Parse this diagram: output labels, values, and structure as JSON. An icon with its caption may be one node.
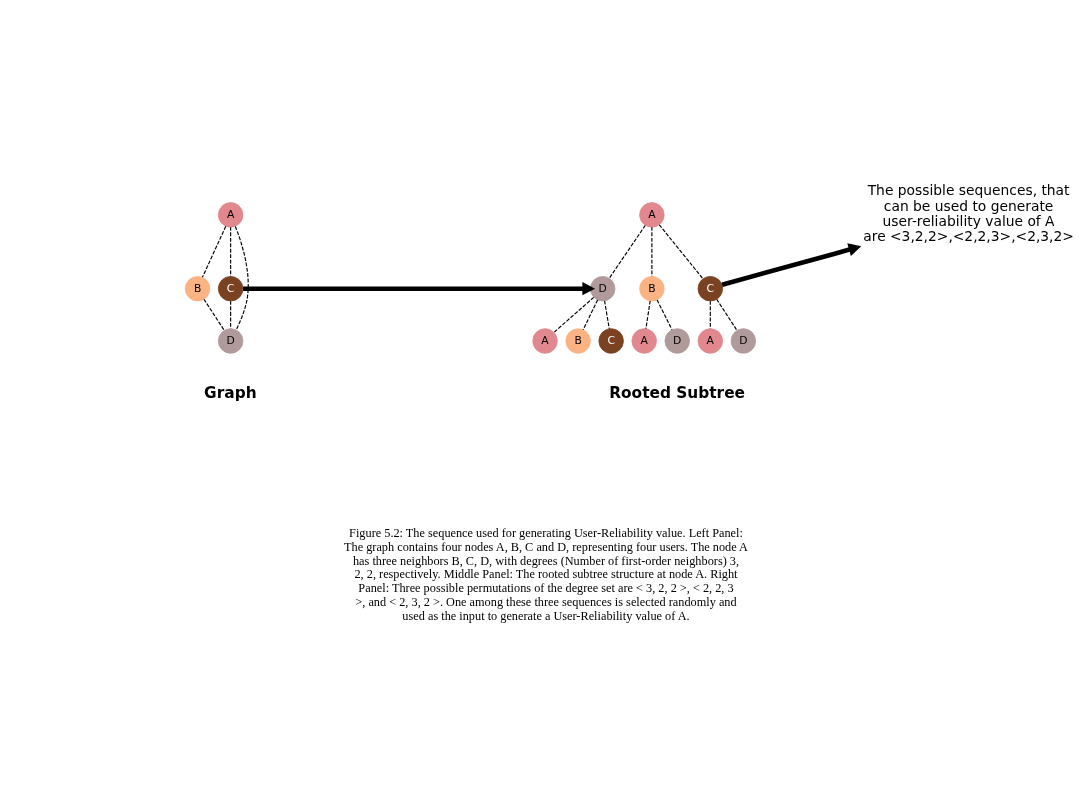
{
  "diagram": {
    "caption": "Figure 5.2: The sequence used for generating User-Reliability value. Left Panel: The graph contains four nodes A, B, C and D, representing four users. The node A has three neighbors B, C, D, with degrees (Number of first-order neighbors) 3, 2, 2, respectively. Middle Panel: The rooted subtree structure at node A. Right Panel: Three possible permutations of the degree set are < 3, 2, 2 >, < 2, 2, 3 >, and < 2, 3, 2 >. One among these three sequences is selected randomly and used as the input to generate a User-Reliability value of A.",
    "nodes": [
      {
        "text": [
          "A"
        ]
      },
      {
        "text": [
          "B"
        ]
      },
      {
        "text": [
          "C"
        ]
      },
      {
        "text": [
          "D"
        ]
      },
      {
        "text": [
          "A"
        ]
      },
      {
        "text": [
          "D"
        ]
      },
      {
        "text": [
          "B"
        ]
      },
      {
        "text": [
          "C"
        ]
      },
      {
        "text": [
          "A"
        ]
      },
      {
        "text": [
          "B"
        ]
      },
      {
        "text": [
          "C"
        ]
      },
      {
        "text": [
          "A"
        ]
      },
      {
        "text": [
          "D"
        ]
      },
      {
        "text": [
          "A"
        ]
      },
      {
        "text": [
          "D"
        ]
      },
      {
        "text": [
          "The possible sequences, that can be used to generate user-reliability value of A are <3,2,2>,<2,2,3>,<2,3,2>"
        ]
      }
    ],
    "edges": [
      {
        "from": 0,
        "to": 1,
        "arrow": "none",
        "style": "dashed"
      },
      {
        "from": 0,
        "to": 2,
        "arrow": "none",
        "style": "dashed"
      },
      {
        "from": 0,
        "to": 3,
        "arrow": "none",
        "style": "dashed"
      },
      {
        "from": 1,
        "to": 3,
        "arrow": "none",
        "style": "dashed"
      },
      {
        "from": 2,
        "to": 3,
        "arrow": "none",
        "style": "dashed"
      },
      {
        "from": 4,
        "to": 5,
        "arrow": "none",
        "style": "dashed"
      },
      {
        "from": 4,
        "to": 6,
        "arrow": "none",
        "style": "dashed"
      },
      {
        "from": 4,
        "to": 7,
        "arrow": "none",
        "style": "dashed"
      },
      {
        "from": 5,
        "to": 8,
        "arrow": "none",
        "style": "dashed"
      },
      {
        "from": 5,
        "to": 9,
        "arrow": "none",
        "style": "dashed"
      },
      {
        "from": 5,
        "to": 10,
        "arrow": "none",
        "style": "dashed"
      },
      {
        "from": 6,
        "to": 11,
        "arrow": "none",
        "style": "dashed"
      },
      {
        "from": 6,
        "to": 12,
        "arrow": "none",
        "style": "dashed"
      },
      {
        "from": 7,
        "to": 13,
        "arrow": "none",
        "style": "dashed"
      },
      {
        "from": 7,
        "to": 14,
        "arrow": "none",
        "style": "dashed"
      },
      {
        "from": 2,
        "to": 5,
        "arrow": "to",
        "style": "thick"
      },
      {
        "from": 7,
        "to": 15,
        "arrow": "to",
        "style": "thick"
      }
    ],
    "labels": [
      "Graph",
      "Rooted Subtree"
    ]
  }
}
